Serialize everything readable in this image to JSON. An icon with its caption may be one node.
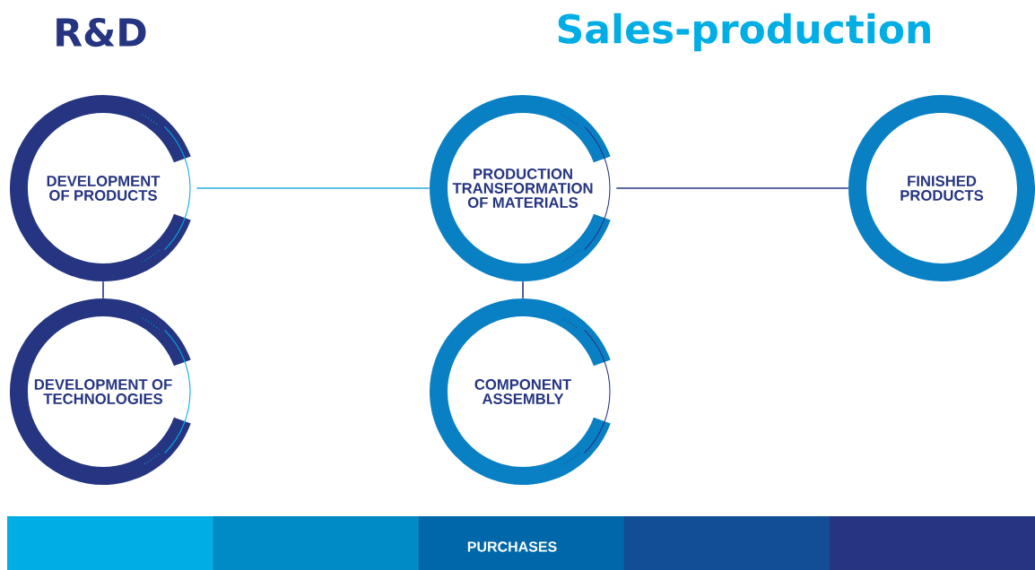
{
  "diagram": {
    "nodes": [
      {
        "text": [
          "DEVELOPMENT OF PRODUCTS"
        ]
      },
      {
        "text": [
          "DEVELOPMENT OF TECHNOLOGIES"
        ]
      },
      {
        "text": [
          "PRODUCTION TRANSFORMATION OF MATERIALS"
        ]
      },
      {
        "text": [
          "COMPONENT ASSEMBLY"
        ]
      },
      {
        "text": [
          "FINISHED PRODUCTS"
        ]
      },
      {
        "text": [
          "PURCHASES"
        ]
      }
    ],
    "edges": [
      {
        "from": 0,
        "to": 2,
        "arrow": "none",
        "color": "#29abe2"
      },
      {
        "from": 2,
        "to": 4,
        "arrow": "none"
      },
      {
        "from": 0,
        "to": 1,
        "arrow": "none"
      },
      {
        "from": 2,
        "to": 3,
        "arrow": "none"
      }
    ],
    "labels": [
      "R&D",
      "Sales-production"
    ]
  }
}
